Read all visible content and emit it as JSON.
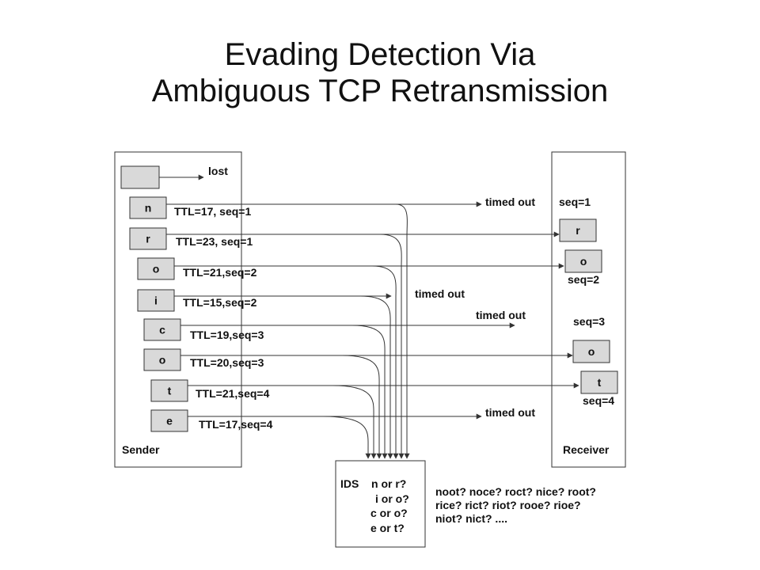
{
  "title": {
    "line1": "Evading Detection Via",
    "line2": "Ambiguous TCP Retransmission"
  },
  "labels": {
    "sender": "Sender",
    "receiver": "Receiver",
    "ids": "IDS",
    "lost": "lost",
    "timed_out": "timed out"
  },
  "packets": [
    {
      "char": "",
      "label": "",
      "fate": "lost"
    },
    {
      "char": "n",
      "label": "TTL=17, seq=1",
      "fate": "timed out"
    },
    {
      "char": "r",
      "label": "TTL=23, seq=1",
      "fate": "delivered"
    },
    {
      "char": "o",
      "label": "TTL=21,seq=2",
      "fate": "delivered"
    },
    {
      "char": "i",
      "label": "TTL=15,seq=2",
      "fate": "timed out"
    },
    {
      "char": "c",
      "label": "TTL=19,seq=3",
      "fate": "timed out"
    },
    {
      "char": "o",
      "label": "TTL=20,seq=3",
      "fate": "delivered"
    },
    {
      "char": "t",
      "label": "TTL=21,seq=4",
      "fate": "delivered"
    },
    {
      "char": "e",
      "label": "TTL=17,seq=4",
      "fate": "timed out"
    }
  ],
  "receiver_seq": [
    "seq=1",
    "seq=2",
    "seq=3",
    "seq=4"
  ],
  "ids_ambiguity": [
    "n or r?",
    "i or o?",
    "c or o?",
    "e or t?"
  ],
  "candidates": [
    "noot? noce? roct? nice? root?",
    "rice? rict? riot? rooe? rioe?",
    "niot? nict? ...."
  ]
}
